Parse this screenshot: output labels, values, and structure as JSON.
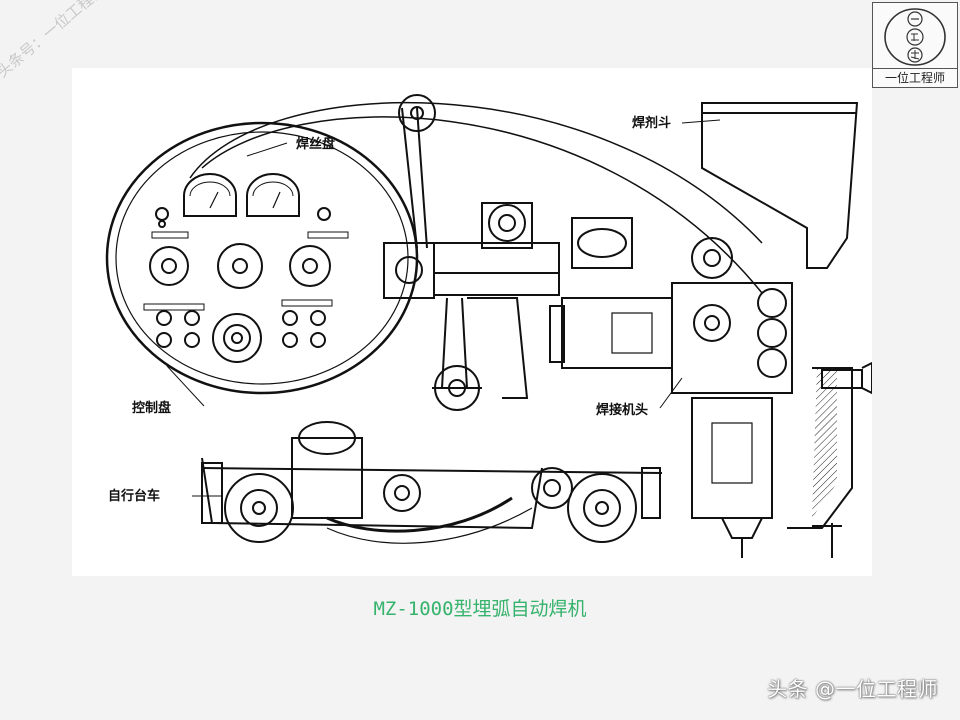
{
  "diagram": {
    "labels": {
      "wire_reel": "焊丝盘",
      "control_panel": "控制盘",
      "carriage": "自行台车",
      "flux_hopper": "焊剂斗",
      "welding_head": "焊接机头"
    }
  },
  "caption": "MZ-1000型埋弧自动焊机",
  "watermark": {
    "diagonal_text": "头条号：一位工程师",
    "logo_text": "一位工程师",
    "footer_text": "头条 @一位工程师"
  }
}
